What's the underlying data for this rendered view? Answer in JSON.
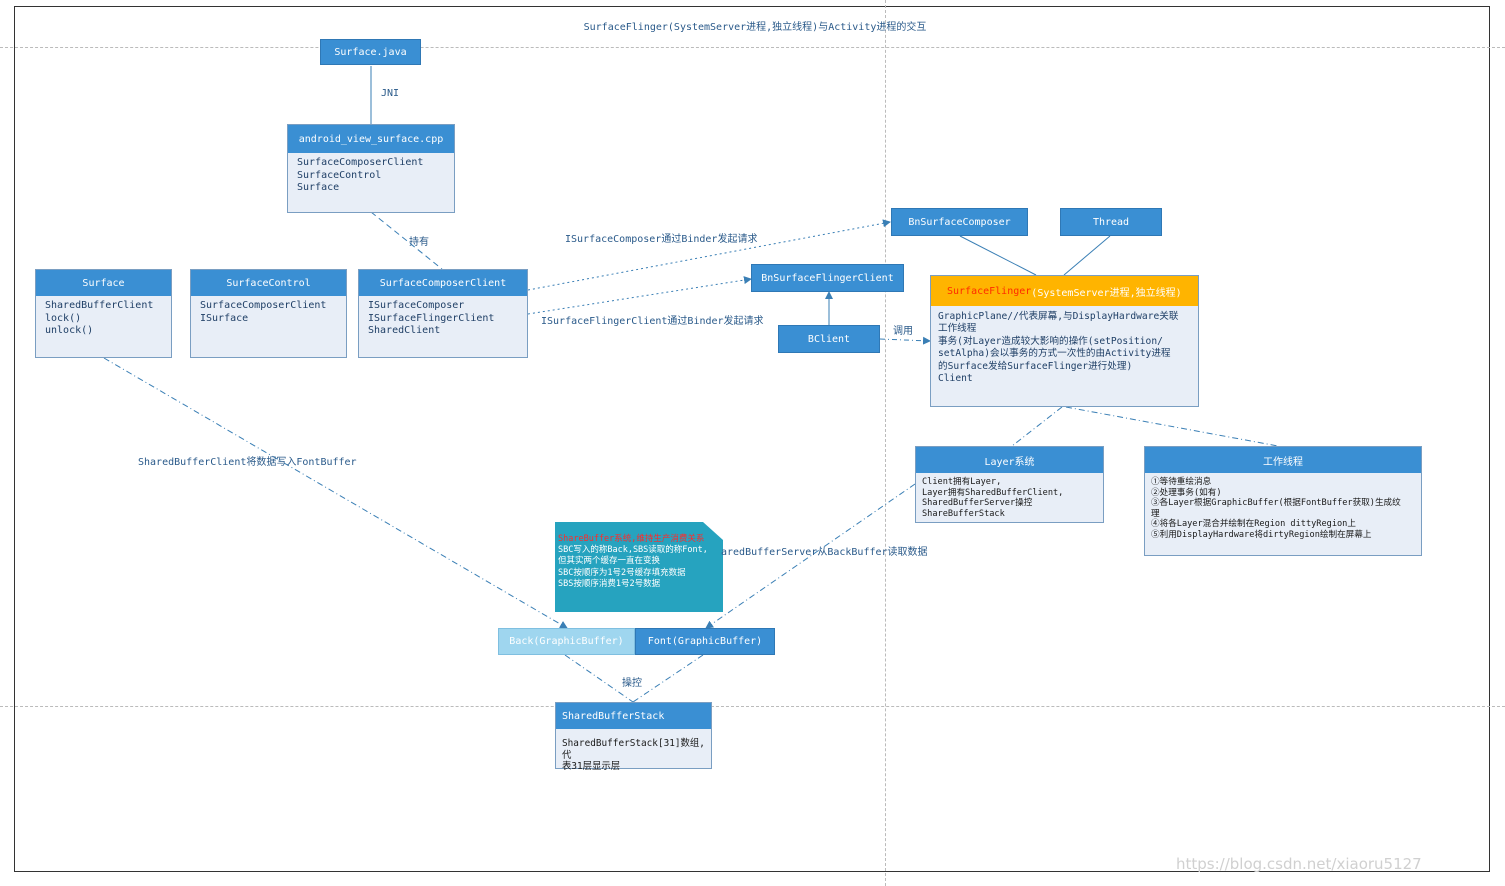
{
  "title": "SurfaceFlinger(SystemServer进程,独立线程)与Activity进程的交互",
  "nodes": {
    "surface_java": {
      "label": "Surface.java"
    },
    "android_view_surface": {
      "label": "android_view_surface.cpp",
      "lines": "SurfaceComposerClient\nSurfaceControl\nSurface"
    },
    "surface": {
      "label": "Surface",
      "lines": "SharedBufferClient\nlock()\nunlock()"
    },
    "surface_control": {
      "label": "SurfaceControl",
      "lines": "SurfaceComposerClient\nISurface"
    },
    "surface_composer_client": {
      "label": "SurfaceComposerClient",
      "lines": "ISurfaceComposer\nISurfaceFlingerClient\nSharedClient"
    },
    "bn_surface_composer": {
      "label": "BnSurfaceComposer"
    },
    "thread": {
      "label": "Thread"
    },
    "bn_surface_flinger_client": {
      "label": "BnSurfaceFlingerClient"
    },
    "bclient": {
      "label": "BClient"
    },
    "surface_flinger": {
      "label_main": "SurfaceFlinger",
      "label_sub": "(SystemServer进程,独立线程)",
      "lines": "GraphicPlane//代表屏幕,与DisplayHardware关联\n工作线程\n 事务(对Layer造成较大影响的操作(setPosition/\nsetAlpha)会以事务的方式一次性的由Activity进程\n的Surface发给SurfaceFlinger进行处理)\n Client"
    },
    "layer_system": {
      "label": "Layer系统",
      "lines": "Client拥有Layer,\nLayer拥有SharedBufferClient,\nSharedBufferServer操控\nShareBufferStack"
    },
    "work_thread": {
      "label": "工作线程",
      "lines": "①等待重绘消息\n②处理事务(如有)\n③各Layer根据GraphicBuffer(根据FontBuffer获取)生成纹\n理\n④将各Layer混合并绘制在Region dittyRegion上\n⑤利用DisplayHardware将dirtyRegion绘制在屏幕上"
    },
    "note": {
      "title": "ShareBuffer系统,维持生产消费关系",
      "lines": "SBC写入的称Back,SBS读取的称Font,\n但其实两个缓存一直在变换\nSBC按顺序为1号2号缓存填充数据\nSBS按顺序消费1号2号数据"
    },
    "back_buffer": {
      "label": "Back(GraphicBuffer)"
    },
    "font_buffer": {
      "label": "Font(GraphicBuffer)"
    },
    "shared_buffer_stack": {
      "label": "SharedBufferStack",
      "lines": "SharedBufferStack[31]数组,代\n表31层显示层"
    }
  },
  "edges": {
    "jni": "JNI",
    "hold": "持有",
    "isc_binder": "ISurfaceComposer通过Binder发起请求",
    "isfc_binder": "ISurfaceFlingerClient通过Binder发起请求",
    "call": "调用",
    "sbc_write": "SharedBufferClient将数据写入FontBuffer",
    "sbs_read": "aredBufferServer从BackBuffer读取数据",
    "control": "操控"
  },
  "watermark": "https://blog.csdn.net/xiaoru5127",
  "colors": {
    "header": "#3a8fd3",
    "box_fill": "#e8eef7",
    "sf_header": "#ffb400",
    "note": "#26a3bf",
    "back": "#9fd6ef",
    "line": "#3a7fb5"
  }
}
